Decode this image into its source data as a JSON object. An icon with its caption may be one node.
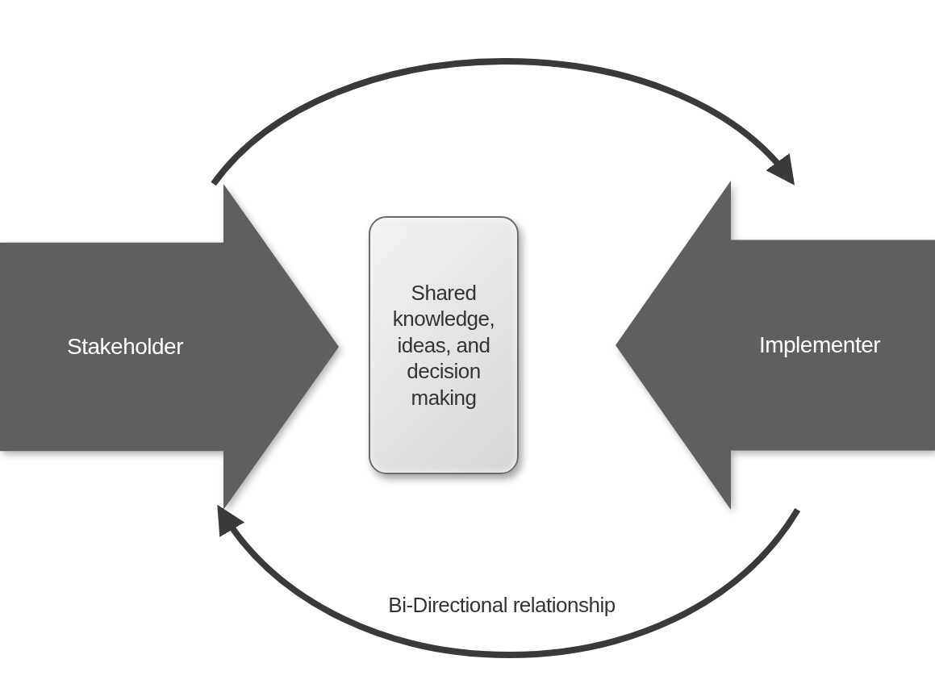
{
  "diagram": {
    "nodes": [
      {
        "text": [
          "Stakeholder"
        ]
      },
      {
        "text": [
          "Shared knowledge, ideas, and decision making"
        ]
      },
      {
        "text": [
          "Implementer"
        ]
      }
    ],
    "edges": [
      {
        "from": 0,
        "to": 2,
        "arrow": "to"
      },
      {
        "from": 2,
        "to": 0,
        "arrow": "to",
        "label": "Bi-Directional relationship"
      }
    ]
  }
}
